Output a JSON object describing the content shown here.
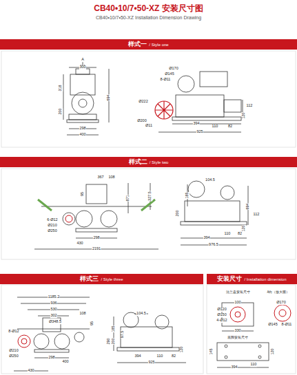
{
  "diagram": {
    "title": "CB40•10/7•50-XZ 安装尺寸图",
    "caption": "CB40•10/7•50-XZ Installation Dimension Drawing",
    "nodes": [
      {
        "text": [
          "样式一",
          "/ Style one"
        ]
      },
      {
        "text": [
          "样式二",
          "/ Style two"
        ]
      },
      {
        "text": [
          "样式三",
          "/ Style three"
        ]
      },
      {
        "text": [
          "安装尺寸",
          "/ Installation dimension"
        ]
      }
    ],
    "labels": [
      "A",
      "300",
      "318",
      "200",
      "694",
      "298",
      "400",
      "Ø170",
      "Ø145",
      "8-Ø11",
      "112",
      "Ø222",
      "Ø200",
      "Ø11",
      "394",
      "110",
      "82",
      "120",
      "925",
      "367",
      "108",
      "95",
      "871",
      "327.5",
      "6-Ø12",
      "Ø210",
      "Ø250",
      "298",
      "430",
      "2191",
      "104.5",
      "185",
      "694",
      "112",
      "200",
      "394",
      "110",
      "82",
      "120",
      "976.5",
      "1185.2",
      "936",
      "530",
      "302",
      "Ø348.5",
      "108",
      "95",
      "298",
      "400",
      "430",
      "8-Ø12",
      "Ø210",
      "Ø250",
      "104.5",
      "185",
      "97.5",
      "200",
      "290",
      "394",
      "110",
      "82",
      "120",
      "925",
      "法兰盘安装尺寸",
      "A向（放大图）",
      "100",
      "Ø120",
      "Ø150",
      "4-Ø12",
      "330",
      "Ø170",
      "Ø145",
      "8-Ø11",
      "底脚安装尺寸",
      "145",
      "394",
      "110",
      "120"
    ]
  }
}
